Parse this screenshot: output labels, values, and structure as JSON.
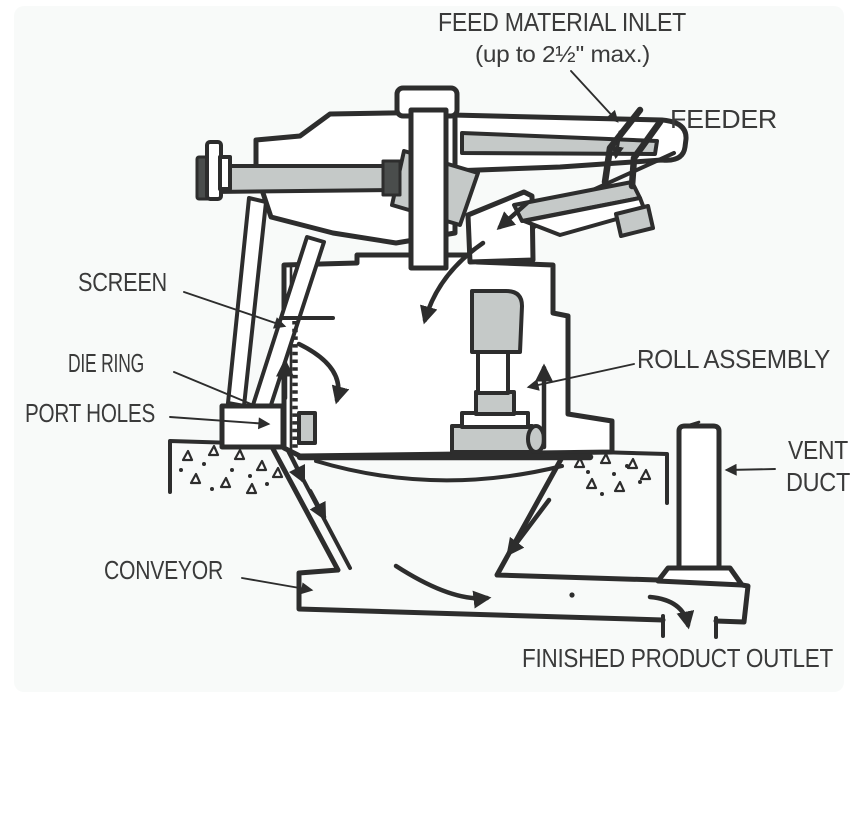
{
  "diagram": {
    "labels": {
      "feed_inlet_1": "FEED MATERIAL INLET",
      "feed_inlet_2": "(up to 2½'' max.)",
      "feeder": "FEEDER",
      "screen": "SCREEN",
      "die_ring": "DIE RING",
      "port_holes": "PORT HOLES",
      "roll_assembly": "ROLL ASSEMBLY",
      "vent_1": "VENT",
      "vent_2": "DUCT",
      "conveyor": "CONVEYOR",
      "finished_product_outlet": "FINISHED PRODUCT OUTLET"
    },
    "colors": {
      "ink": "#2d2d2d",
      "shade": "#c5c9c8",
      "paper": "#ffffff",
      "tint": "#f2f5f4",
      "label": "#3a3a3a"
    }
  }
}
